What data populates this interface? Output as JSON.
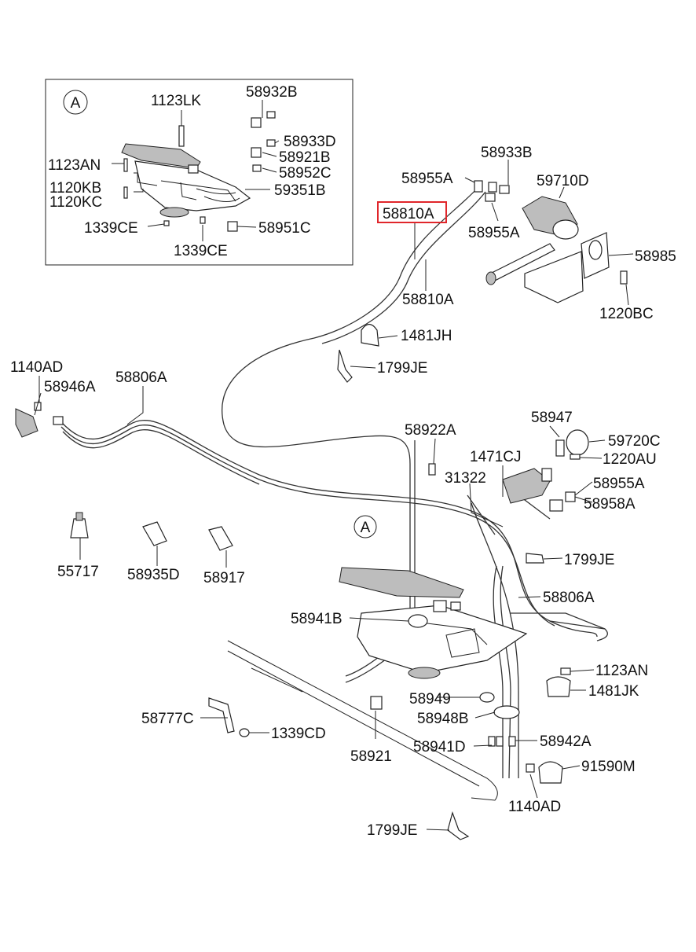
{
  "callout_letter": "A",
  "highlight_color": "#e0262b",
  "labels": {
    "inset_1123LK": "1123LK",
    "inset_58932B": "58932B",
    "inset_58933D": "58933D",
    "inset_1123AN": "1123AN",
    "inset_58921B": "58921B",
    "inset_58952C": "58952C",
    "inset_1120KB": "1120KB",
    "inset_59351B": "59351B",
    "inset_1120KC": "1120KC",
    "inset_1339CE_a": "1339CE",
    "inset_58951C": "58951C",
    "inset_1339CE_b": "1339CE",
    "p58933B": "58933B",
    "p58955A_top": "58955A",
    "p59710D": "59710D",
    "p58810A_box": "58810A",
    "p58955A_b": "58955A",
    "p58985": "58985",
    "p58810A": "58810A",
    "p1220BC": "1220BC",
    "p1481JH": "1481JH",
    "p1799JE_a": "1799JE",
    "p1140AD_a": "1140AD",
    "p58946A": "58946A",
    "p58806A_a": "58806A",
    "p58947": "58947",
    "p58922A": "58922A",
    "p59720C": "59720C",
    "p1471CJ": "1471CJ",
    "p1220AU": "1220AU",
    "p31322": "31322",
    "p58955A_c": "58955A",
    "p58958A": "58958A",
    "p55717": "55717",
    "p58935D": "58935D",
    "p58917": "58917",
    "p1799JE_b": "1799JE",
    "p58806A_b": "58806A",
    "p58941B": "58941B",
    "p1123AN": "1123AN",
    "p1481JK": "1481JK",
    "p58949": "58949",
    "p58777C": "58777C",
    "p58948B": "58948B",
    "p1339CD": "1339CD",
    "p58941D": "58941D",
    "p58942A": "58942A",
    "p58921": "58921",
    "p91590M": "91590M",
    "p1140AD_b": "1140AD",
    "p1799JE_c": "1799JE"
  }
}
